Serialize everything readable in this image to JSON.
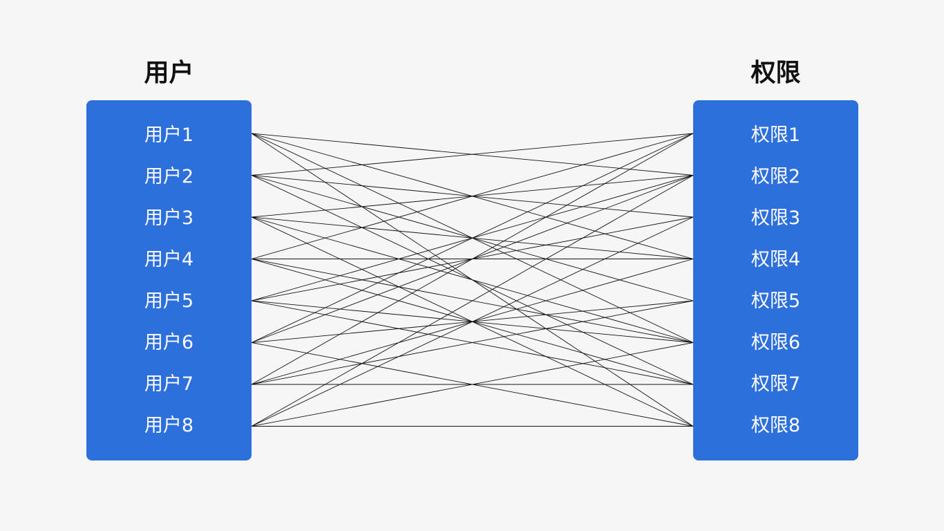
{
  "users": {
    "title": "用户",
    "items": [
      "用户1",
      "用户2",
      "用户3",
      "用户4",
      "用户5",
      "用户6",
      "用户7",
      "用户8"
    ]
  },
  "permissions": {
    "title": "权限",
    "items": [
      "权限1",
      "权限2",
      "权限3",
      "权限4",
      "权限5",
      "权限6",
      "权限7",
      "权限8"
    ]
  },
  "connections": [
    [
      1,
      2
    ],
    [
      1,
      4
    ],
    [
      1,
      6
    ],
    [
      1,
      8
    ],
    [
      2,
      1
    ],
    [
      2,
      3
    ],
    [
      2,
      5
    ],
    [
      2,
      7
    ],
    [
      3,
      2
    ],
    [
      3,
      4
    ],
    [
      3,
      6
    ],
    [
      3,
      8
    ],
    [
      4,
      1
    ],
    [
      4,
      4
    ],
    [
      4,
      6
    ],
    [
      4,
      7
    ],
    [
      5,
      2
    ],
    [
      5,
      3
    ],
    [
      5,
      6
    ],
    [
      5,
      7
    ],
    [
      6,
      1
    ],
    [
      6,
      2
    ],
    [
      6,
      5
    ],
    [
      6,
      8
    ],
    [
      7,
      1
    ],
    [
      7,
      4
    ],
    [
      7,
      5
    ],
    [
      7,
      7
    ],
    [
      8,
      2
    ],
    [
      8,
      3
    ],
    [
      8,
      6
    ],
    [
      8,
      8
    ]
  ],
  "colors": {
    "background": "#f6f6f6",
    "box": "#2d6fdb",
    "item_text": "#ffffff",
    "title_text": "#111111",
    "line": "#111111"
  }
}
